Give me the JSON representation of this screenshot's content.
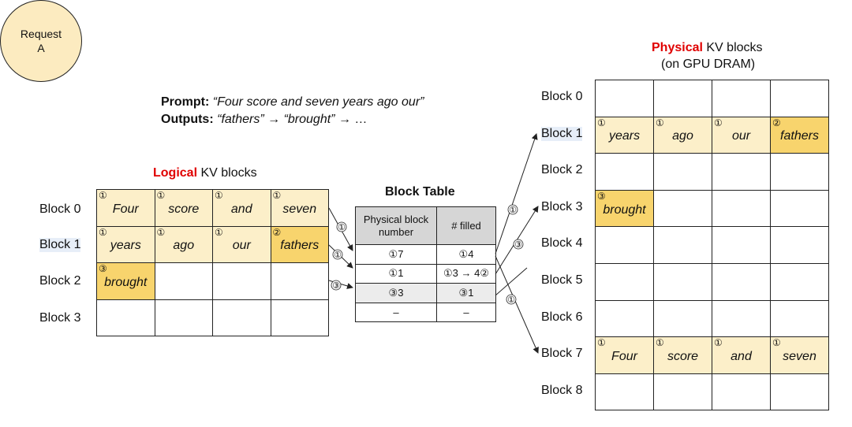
{
  "request": {
    "line1": "Request",
    "line2": "A"
  },
  "prompt": {
    "label": "Prompt:",
    "text": "“Four score and seven years ago our”"
  },
  "outputs": {
    "label": "Outputs:",
    "text1": "“fathers”",
    "arrow1": " → ",
    "text2": "“brought”",
    "arrow2": " → …"
  },
  "logical": {
    "title_accent": "Logical",
    "title_rest": " KV blocks",
    "block_labels": [
      "Block 0",
      "Block 1",
      "Block 2",
      "Block 3"
    ],
    "rows": [
      [
        {
          "step": "①",
          "word": "Four",
          "tone": "light"
        },
        {
          "step": "①",
          "word": "score",
          "tone": "light"
        },
        {
          "step": "①",
          "word": "and",
          "tone": "light"
        },
        {
          "step": "①",
          "word": "seven",
          "tone": "light"
        }
      ],
      [
        {
          "step": "①",
          "word": "years",
          "tone": "light"
        },
        {
          "step": "①",
          "word": "ago",
          "tone": "light"
        },
        {
          "step": "①",
          "word": "our",
          "tone": "light"
        },
        {
          "step": "②",
          "word": "fathers",
          "tone": "dark"
        }
      ],
      [
        {
          "step": "③",
          "word": "brought",
          "tone": "dark"
        },
        {
          "step": "",
          "word": "",
          "tone": "none"
        },
        {
          "step": "",
          "word": "",
          "tone": "none"
        },
        {
          "step": "",
          "word": "",
          "tone": "none"
        }
      ],
      [
        {
          "step": "",
          "word": "",
          "tone": "none"
        },
        {
          "step": "",
          "word": "",
          "tone": "none"
        },
        {
          "step": "",
          "word": "",
          "tone": "none"
        },
        {
          "step": "",
          "word": "",
          "tone": "none"
        }
      ]
    ]
  },
  "block_table": {
    "title": "Block Table",
    "headers": [
      "Physical block number",
      "# filled"
    ],
    "rows": [
      {
        "physical": "①7",
        "filled": "①4",
        "tone": "none"
      },
      {
        "physical": "①1",
        "filled": "①3 → 4②",
        "tone": "none"
      },
      {
        "physical": "③3",
        "filled": "③1",
        "tone": "grey"
      },
      {
        "physical": "–",
        "filled": "–",
        "tone": "none"
      }
    ]
  },
  "physical": {
    "title_accent": "Physical",
    "title_rest": " KV blocks",
    "subtitle": "(on GPU DRAM)",
    "block_labels": [
      "Block 0",
      "Block 1",
      "Block 2",
      "Block 3",
      "Block 4",
      "Block 5",
      "Block 6",
      "Block 7",
      "Block 8"
    ],
    "rows": [
      [
        {
          "step": "",
          "word": "",
          "tone": "none"
        },
        {
          "step": "",
          "word": "",
          "tone": "none"
        },
        {
          "step": "",
          "word": "",
          "tone": "none"
        },
        {
          "step": "",
          "word": "",
          "tone": "none"
        }
      ],
      [
        {
          "step": "①",
          "word": "years",
          "tone": "light"
        },
        {
          "step": "①",
          "word": "ago",
          "tone": "light"
        },
        {
          "step": "①",
          "word": "our",
          "tone": "light"
        },
        {
          "step": "②",
          "word": "fathers",
          "tone": "dark"
        }
      ],
      [
        {
          "step": "",
          "word": "",
          "tone": "none"
        },
        {
          "step": "",
          "word": "",
          "tone": "none"
        },
        {
          "step": "",
          "word": "",
          "tone": "none"
        },
        {
          "step": "",
          "word": "",
          "tone": "none"
        }
      ],
      [
        {
          "step": "③",
          "word": "brought",
          "tone": "dark"
        },
        {
          "step": "",
          "word": "",
          "tone": "none"
        },
        {
          "step": "",
          "word": "",
          "tone": "none"
        },
        {
          "step": "",
          "word": "",
          "tone": "none"
        }
      ],
      [
        {
          "step": "",
          "word": "",
          "tone": "none"
        },
        {
          "step": "",
          "word": "",
          "tone": "none"
        },
        {
          "step": "",
          "word": "",
          "tone": "none"
        },
        {
          "step": "",
          "word": "",
          "tone": "none"
        }
      ],
      [
        {
          "step": "",
          "word": "",
          "tone": "none"
        },
        {
          "step": "",
          "word": "",
          "tone": "none"
        },
        {
          "step": "",
          "word": "",
          "tone": "none"
        },
        {
          "step": "",
          "word": "",
          "tone": "none"
        }
      ],
      [
        {
          "step": "",
          "word": "",
          "tone": "none"
        },
        {
          "step": "",
          "word": "",
          "tone": "none"
        },
        {
          "step": "",
          "word": "",
          "tone": "none"
        },
        {
          "step": "",
          "word": "",
          "tone": "none"
        }
      ],
      [
        {
          "step": "①",
          "word": "Four",
          "tone": "light"
        },
        {
          "step": "①",
          "word": "score",
          "tone": "light"
        },
        {
          "step": "①",
          "word": "and",
          "tone": "light"
        },
        {
          "step": "①",
          "word": "seven",
          "tone": "light"
        }
      ],
      [
        {
          "step": "",
          "word": "",
          "tone": "none"
        },
        {
          "step": "",
          "word": "",
          "tone": "none"
        },
        {
          "step": "",
          "word": "",
          "tone": "none"
        },
        {
          "step": "",
          "word": "",
          "tone": "none"
        }
      ]
    ]
  },
  "arrow_steps": {
    "logical_to_table": [
      "①",
      "①",
      "③"
    ],
    "table_to_physical": [
      "①",
      "③",
      "①"
    ]
  },
  "colors": {
    "accent": "#e00000",
    "light_cell": "#fcefc9",
    "dark_cell": "#f8d46d",
    "circle_fill": "#fcebc0",
    "table_header": "#d6d6d6",
    "highlight_row": "#e7eef8"
  }
}
